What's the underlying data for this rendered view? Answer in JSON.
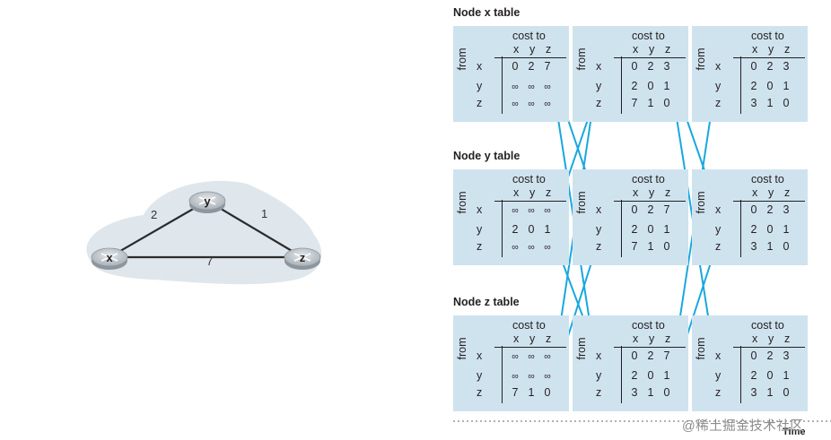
{
  "graph": {
    "nodes": [
      {
        "id": "x",
        "label": "x"
      },
      {
        "id": "y",
        "label": "y"
      },
      {
        "id": "z",
        "label": "z"
      }
    ],
    "edges": [
      {
        "from": "x",
        "to": "y",
        "label": "2"
      },
      {
        "from": "y",
        "to": "z",
        "label": "1"
      },
      {
        "from": "x",
        "to": "z",
        "label": "7"
      }
    ]
  },
  "tables": {
    "cost_to_label": "cost to",
    "from_label": "from",
    "col_headers": [
      "x",
      "y",
      "z"
    ],
    "row_headers": [
      "x",
      "y",
      "z"
    ],
    "groups": [
      {
        "title": "Node x table",
        "panels": [
          {
            "rows": [
              [
                "0",
                "2",
                "7"
              ],
              [
                "∞",
                "∞",
                "∞"
              ],
              [
                "∞",
                "∞",
                "∞"
              ]
            ],
            "highlight_row": 0
          },
          {
            "rows": [
              [
                "0",
                "2",
                "3"
              ],
              [
                "2",
                "0",
                "1"
              ],
              [
                "7",
                "1",
                "0"
              ]
            ],
            "highlight_row": 0
          },
          {
            "rows": [
              [
                "0",
                "2",
                "3"
              ],
              [
                "2",
                "0",
                "1"
              ],
              [
                "3",
                "1",
                "0"
              ]
            ],
            "highlight_row": null
          }
        ]
      },
      {
        "title": "Node y table",
        "panels": [
          {
            "rows": [
              [
                "∞",
                "∞",
                "∞"
              ],
              [
                "2",
                "0",
                "1"
              ],
              [
                "∞",
                "∞",
                "∞"
              ]
            ],
            "highlight_row": 1
          },
          {
            "rows": [
              [
                "0",
                "2",
                "7"
              ],
              [
                "2",
                "0",
                "1"
              ],
              [
                "7",
                "1",
                "0"
              ]
            ],
            "highlight_row": null
          },
          {
            "rows": [
              [
                "0",
                "2",
                "3"
              ],
              [
                "2",
                "0",
                "1"
              ],
              [
                "3",
                "1",
                "0"
              ]
            ],
            "highlight_row": null
          }
        ]
      },
      {
        "title": "Node z table",
        "panels": [
          {
            "rows": [
              [
                "∞",
                "∞",
                "∞"
              ],
              [
                "∞",
                "∞",
                "∞"
              ],
              [
                "7",
                "1",
                "0"
              ]
            ],
            "highlight_row": 2
          },
          {
            "rows": [
              [
                "0",
                "2",
                "7"
              ],
              [
                "2",
                "0",
                "1"
              ],
              [
                "3",
                "1",
                "0"
              ]
            ],
            "highlight_row": 2
          },
          {
            "rows": [
              [
                "0",
                "2",
                "3"
              ],
              [
                "2",
                "0",
                "1"
              ],
              [
                "3",
                "1",
                "0"
              ]
            ],
            "highlight_row": null
          }
        ]
      }
    ]
  },
  "time_label": "Time",
  "watermark": "@稀土掘金技术社区",
  "colors": {
    "panel_bg": "#cfe3ef",
    "arrow": "#1aa7df",
    "highlight": "#1aa7df",
    "cloud": "#dfe6ec",
    "router": "#bcc3c9"
  }
}
